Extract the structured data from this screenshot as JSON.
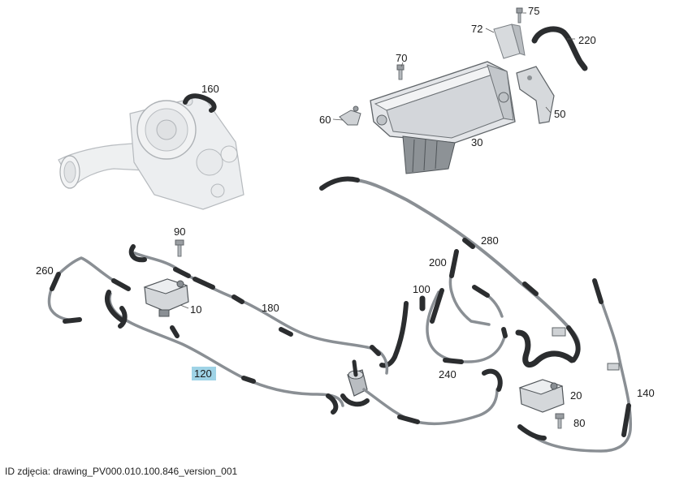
{
  "colors": {
    "line": "#8a8f94",
    "line_light": "#c4c8cc",
    "hose_dark": "#2b2d2f",
    "part_light": "#e4e6e8",
    "part_mid": "#bfc3c7",
    "part_dark": "#6d7276",
    "highlight": "#9fd3e6"
  },
  "callouts": {
    "c75": "75",
    "c72": "72",
    "c220": "220",
    "c70": "70",
    "c160": "160",
    "c60": "60",
    "c50": "50",
    "c30": "30",
    "c90": "90",
    "c260": "260",
    "c280": "280",
    "c200": "200",
    "c100": "100",
    "c10": "10",
    "c180": "180",
    "c240": "240",
    "c120": "120",
    "c20": "20",
    "c140": "140",
    "c80": "80"
  },
  "caption": "ID zdjęcia: drawing_PV000.010.100.846_version_001"
}
